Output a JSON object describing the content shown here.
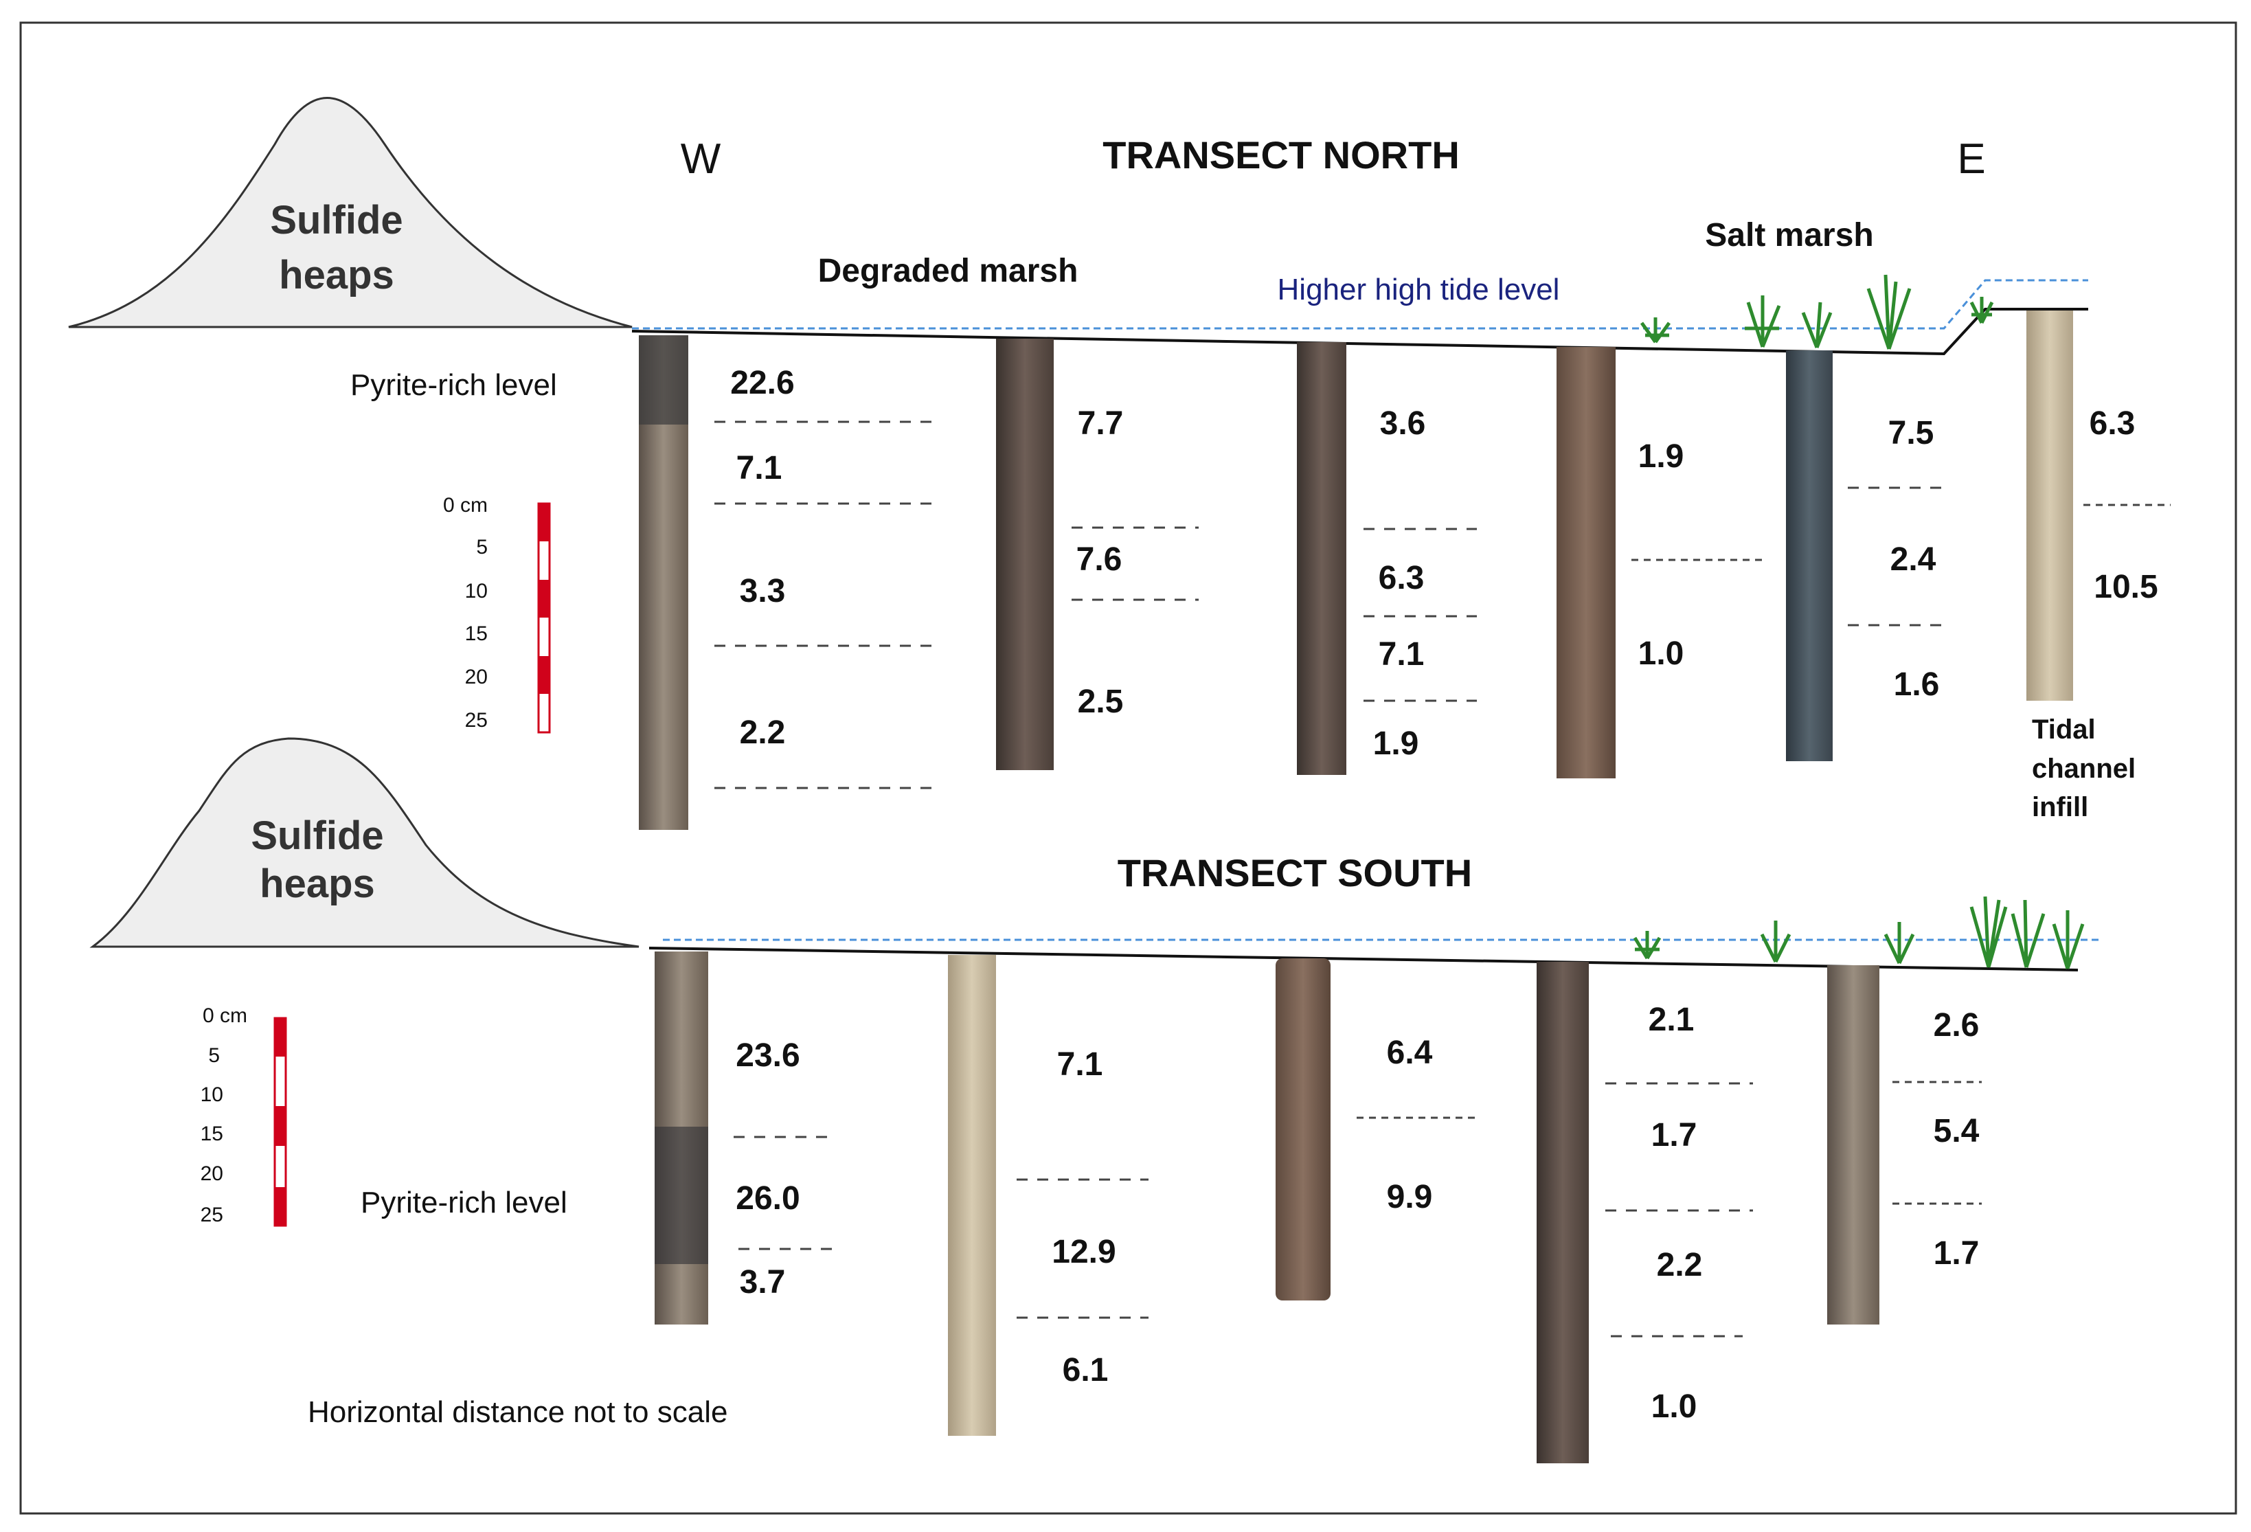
{
  "transect_north": {
    "title": "TRANSECT NORTH",
    "west_label": "W",
    "east_label": "E",
    "heap_label_line1": "Sulfide",
    "heap_label_line2": "heaps",
    "zone_degraded": "Degraded marsh",
    "zone_salt": "Salt marsh",
    "tide_label": "Higher high tide level",
    "pyrite_label": "Pyrite-rich level",
    "tidal_channel_line1": "Tidal",
    "tidal_channel_line2": "channel",
    "tidal_channel_line3": "infill",
    "cores": [
      {
        "values": [
          "22.6",
          "7.1",
          "3.3",
          "2.2"
        ]
      },
      {
        "values": [
          "7.7",
          "7.6",
          "2.5"
        ]
      },
      {
        "values": [
          "3.6",
          "6.3",
          "7.1",
          "1.9"
        ]
      },
      {
        "values": [
          "1.9",
          "1.0"
        ]
      },
      {
        "values": [
          "7.5",
          "2.4",
          "1.6"
        ]
      },
      {
        "values": [
          "6.3",
          "10.5"
        ]
      }
    ]
  },
  "transect_south": {
    "title": "TRANSECT SOUTH",
    "heap_label_line1": "Sulfide",
    "heap_label_line2": "heaps",
    "pyrite_label": "Pyrite-rich level",
    "cores": [
      {
        "values": [
          "23.6",
          "26.0",
          "3.7"
        ]
      },
      {
        "values": [
          "7.1",
          "12.9",
          "6.1"
        ]
      },
      {
        "values": [
          "6.4",
          "9.9"
        ]
      },
      {
        "values": [
          "2.1",
          "1.7",
          "2.2",
          "1.0"
        ]
      },
      {
        "values": [
          "2.6",
          "5.4",
          "1.7"
        ]
      }
    ]
  },
  "scale_bar": {
    "ticks": [
      "0 cm",
      "5",
      "10",
      "15",
      "20",
      "25"
    ],
    "color": "#d0021b"
  },
  "footnote": "Horizontal distance not to scale",
  "colors": {
    "tide_line": "#4a90d9",
    "vegetation": "#2e8b2e",
    "heap_fill": "#eeeeee"
  }
}
